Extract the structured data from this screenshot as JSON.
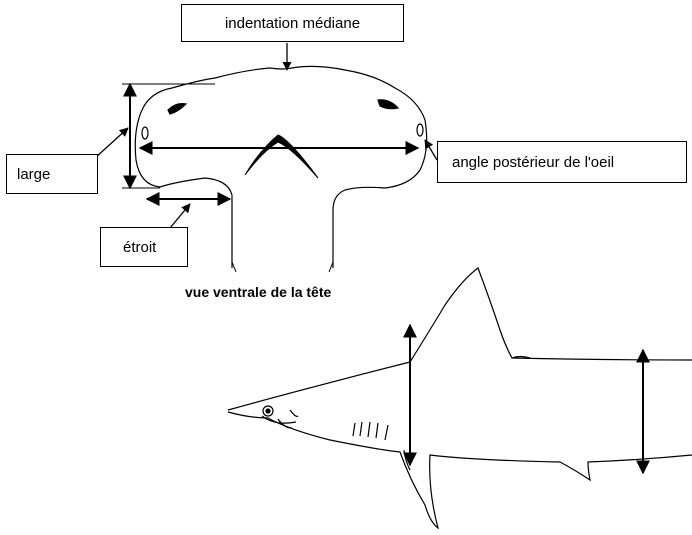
{
  "labels": {
    "indentation": "indentation médiane",
    "large": "large",
    "angle": "angle postérieur de l'oeil",
    "etroit": "étroit"
  },
  "caption": "vue ventrale de la tête",
  "colors": {
    "ink": "#000000",
    "background": "#ffffff"
  }
}
